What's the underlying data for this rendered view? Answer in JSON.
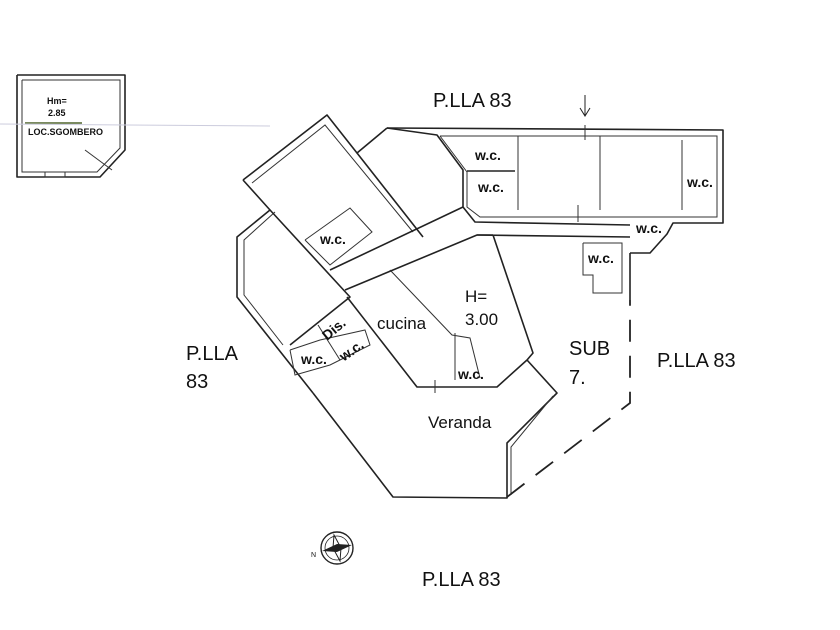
{
  "parcels": {
    "top": "P.LLA 83",
    "left_line1": "P.LLA",
    "left_line2": "83",
    "right": "P.LLA 83",
    "bottom": "P.LLA 83"
  },
  "unit": {
    "line1": "SUB",
    "line2": "7."
  },
  "height": {
    "line1": "H=",
    "line2": "3.00"
  },
  "rooms": {
    "kitchen": "cucina",
    "veranda": "Veranda",
    "corridor": "Dis.",
    "wc": "w.c."
  },
  "storage": {
    "height_line1": "Hm=",
    "height_line2": "2.85",
    "name": "LOC.SGOMBERO"
  },
  "compass": {
    "north": "N"
  }
}
